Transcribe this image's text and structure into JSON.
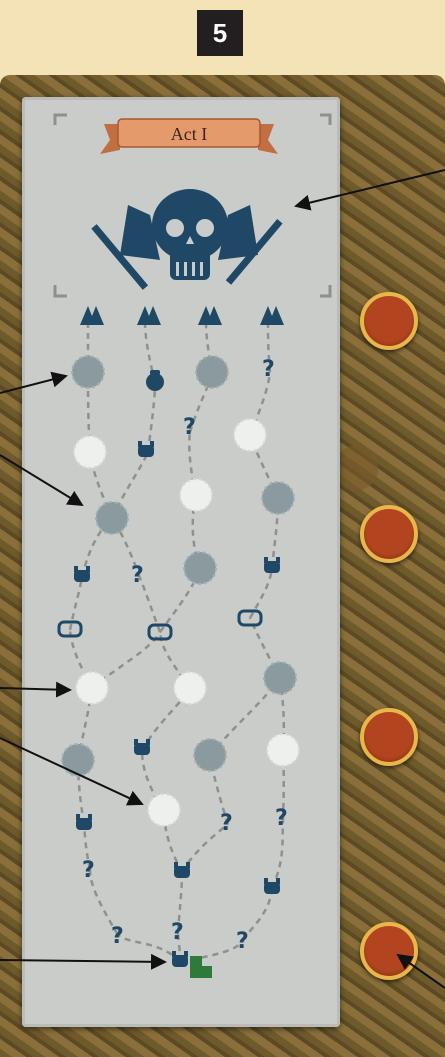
{
  "page_number": "5",
  "act_label": "Act I",
  "colors": {
    "node_icon": "#1f4866",
    "player_token": "#2e7a3a",
    "slot_fill": "#b2451f",
    "slot_ring": "#e8b64a"
  },
  "node_icons": [
    "fire-icon",
    "merchant-icon",
    "unknown-event-icon",
    "monster-icon",
    "treasure-icon"
  ],
  "icon_text": {
    "unknown": "?"
  },
  "right_slots": 4
}
